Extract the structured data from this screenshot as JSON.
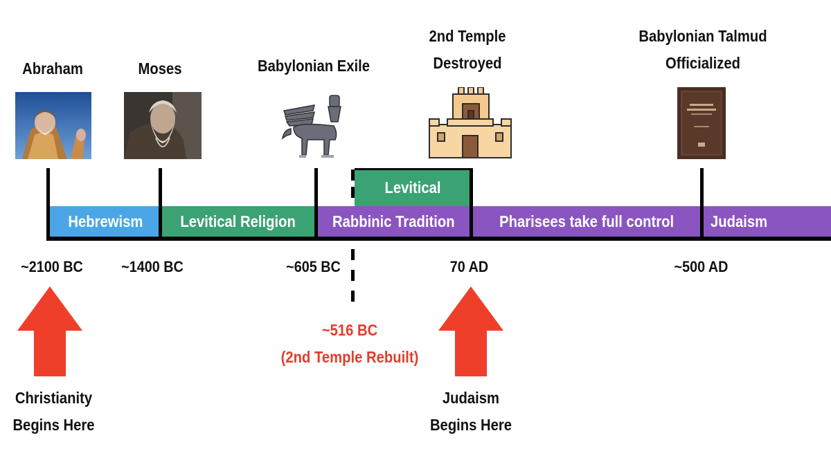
{
  "events": [
    {
      "id": "abraham",
      "title_lines": [
        "Abraham"
      ],
      "date": "~2100 BC"
    },
    {
      "id": "moses",
      "title_lines": [
        "Moses"
      ],
      "date": "~1400 BC"
    },
    {
      "id": "babylonian-exile",
      "title_lines": [
        "Babylonian Exile"
      ],
      "date": "~605 BC"
    },
    {
      "id": "second-temple-destroyed",
      "title_lines": [
        "2nd Temple",
        "Destroyed"
      ],
      "date": "70 AD"
    },
    {
      "id": "babylonian-talmud",
      "title_lines": [
        "Babylonian Talmud",
        "Officialized"
      ],
      "date": "~500 AD"
    }
  ],
  "segments": [
    {
      "label": "Hebrewism",
      "color": "#4aa6e6"
    },
    {
      "label": "Levitical Religion",
      "color": "#3aa273"
    },
    {
      "label": "Rabbinic Tradition",
      "color": "#8a55c0"
    },
    {
      "label": "Pharisees take full control",
      "color": "#8a55c0"
    },
    {
      "label": "Judaism",
      "color": "#8a55c0"
    }
  ],
  "overlap_segment": {
    "label": "Levitical",
    "color": "#3aa273"
  },
  "temple_rebuilt": {
    "date": "~516 BC",
    "caption": "(2nd Temple Rebuilt)",
    "color": "#e23d2b"
  },
  "markers": [
    {
      "id": "christianity",
      "lines": [
        "Christianity",
        "Begins Here"
      ],
      "color": "#ef3f2a"
    },
    {
      "id": "judaism",
      "lines": [
        "Judaism",
        "Begins Here"
      ],
      "color": "#ef3f2a"
    }
  ],
  "icons": [
    "abraham-portrait",
    "moses-portrait",
    "lamassu-icon",
    "temple-icon",
    "talmud-book-icon"
  ]
}
